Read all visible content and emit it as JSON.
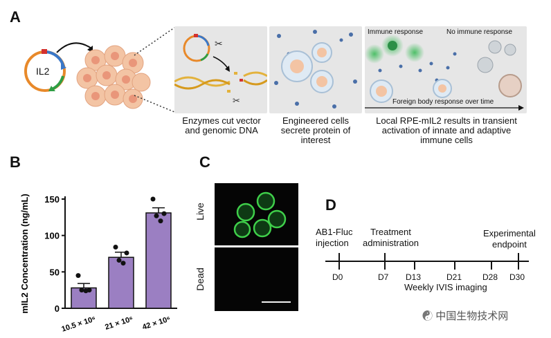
{
  "panels": {
    "a": "A",
    "b": "B",
    "c": "C",
    "d": "D"
  },
  "panelA": {
    "plasmid_label": "IL2",
    "caption1": [
      "Enzymes cut vector",
      "and genomic DNA"
    ],
    "caption2": [
      "Engineered cells",
      "secrete protein of",
      "interest"
    ],
    "caption3": [
      "Local RPE-mIL2 results in transient",
      "activation of innate and adaptive",
      "immune cells"
    ],
    "immune_response": "Immune response",
    "no_immune_response": "No immune response",
    "foreign_body": "Foreign body response over time",
    "colors": {
      "plasmid_orange": "#e8892a",
      "plasmid_blue": "#3a78c8",
      "plasmid_green": "#2f9e44",
      "plasmid_red": "#d4312e",
      "cell": "#f0b896",
      "panel_bg": "#e6e6e6",
      "immune_green": "#3dbb5a",
      "dot_blue": "#4a6fa8"
    }
  },
  "chart_data": {
    "type": "bar",
    "categories": [
      "10.5 × 10⁶",
      "21 × 10⁶",
      "42 × 10⁶"
    ],
    "values": [
      28,
      70,
      131
    ],
    "errors": [
      6,
      7,
      7
    ],
    "points": [
      [
        45,
        25,
        25,
        24
      ],
      [
        84,
        76,
        66,
        62
      ],
      [
        150,
        130,
        127,
        120
      ]
    ],
    "ylabel": "mIL2 Concentration (ng/mL)",
    "ylim": [
      0,
      150
    ],
    "yticks": [
      0,
      50,
      100,
      150
    ],
    "bar_color": "#9b7fc2"
  },
  "panelC": {
    "live": "Live",
    "dead": "Dead"
  },
  "panelD": {
    "events_top": [
      {
        "lines": [
          "AB1-Fluc",
          "injection"
        ]
      },
      {
        "lines": [
          "Treatment",
          "administration"
        ]
      },
      {
        "lines": [
          "Experimental",
          "endpoint"
        ]
      }
    ],
    "ticks": [
      "D0",
      "D7",
      "D13",
      "D21",
      "D28",
      "D30"
    ],
    "imaging": "Weekly IVIS imaging"
  },
  "watermark": "中国生物技术网"
}
